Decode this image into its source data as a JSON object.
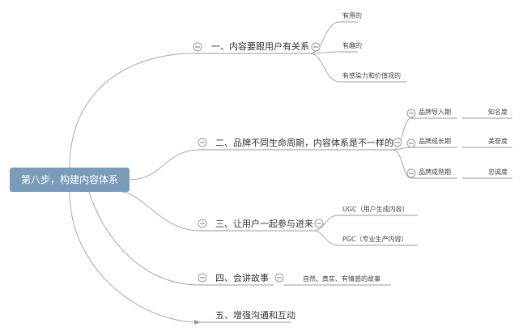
{
  "root": "第八步，构建内容体系",
  "branches": [
    {
      "label": "一、内容要跟用户有关系",
      "children": [
        "有用的",
        "有趣的",
        "有感染力和价值观的"
      ]
    },
    {
      "label": "二、品牌不同生命周期，内容体系是不一样的",
      "children": [
        {
          "label": "品牌导入期",
          "sub": "知名度"
        },
        {
          "label": "品牌成长期",
          "sub": "美誉度"
        },
        {
          "label": "品牌成熟期",
          "sub": "忠诚度"
        }
      ]
    },
    {
      "label": "三、让用户一起参与进来",
      "children": [
        "UGC（用户生成内容）",
        "PGC（专业生产内容）"
      ]
    },
    {
      "label": "四、会讲故事",
      "children": [
        "自然、真实、有情感的故事"
      ]
    },
    {
      "label": "五、增强沟通和互动",
      "children": []
    }
  ]
}
